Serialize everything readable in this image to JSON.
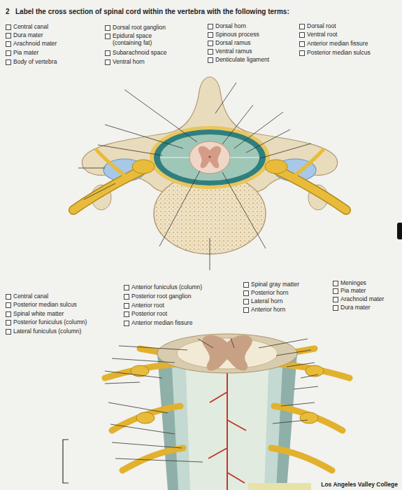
{
  "diagram": {
    "title": "Label the cross section of spinal cord within the vertebra with the following terms:",
    "labels": [
      "2",
      "Central canal",
      "Dura mater",
      "Arachnoid mater",
      "Pia mater",
      "Body of vertebra",
      "Dorsal root ganglion",
      "Epidural space (containing fat)",
      "Subarachnoid space",
      "Ventral horn",
      "Dorsal horn",
      "Spinous process",
      "Dorsal ramus",
      "Ventral ramus",
      "Denticulate ligament",
      "Dorsal root",
      "Ventral root",
      "Anterior median fissure",
      "Posterior median sulcus",
      "Central canal",
      "Posterior median sulcus",
      "Spinal white matter",
      "Posterior funiculus (column)",
      "Lateral funiculus (column)",
      "Anterior funiculus (column)",
      "Posterior root ganglion",
      "Anterior root",
      "Posterior root",
      "Anterior median fissure",
      "Spinal gray matter",
      "Posterior horn",
      "Lateral horn",
      "Anterior horn",
      "Meninges",
      "Pia mater",
      "Arachnoid mater",
      "Dura mater",
      "Los Angeles Valley College"
    ]
  }
}
